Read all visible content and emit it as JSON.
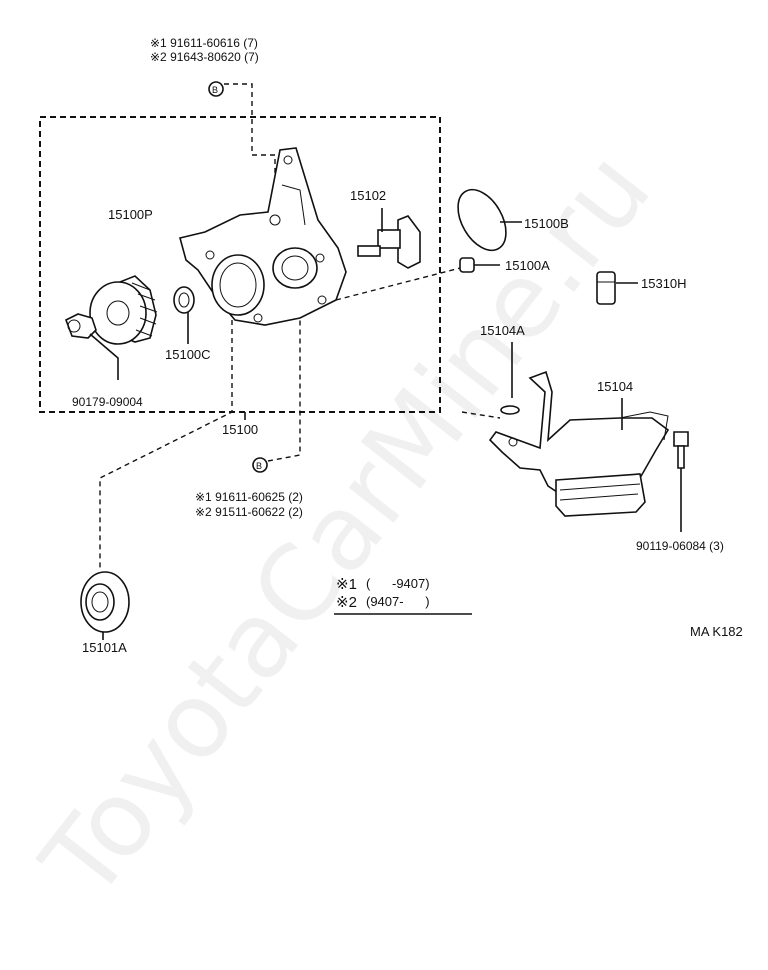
{
  "diagram": {
    "watermark": "ToyotaCarMine.ru",
    "figure_code": "MA K182",
    "labels": {
      "bolt_top_1": "※1 91611-60616 (7)",
      "bolt_top_2": "※2 91643-80620 (7)",
      "bolt_bottom_1": "※1 91611-60625 (2)",
      "bolt_bottom_2": "※2 91511-60622 (2)",
      "bolt_marker": "B",
      "p15100P": "15100P",
      "p15102": "15102",
      "p15100B": "15100B",
      "p15100A": "15100A",
      "p15310H": "15310H",
      "p15104A": "15104A",
      "p15104": "15104",
      "p15100C": "15100C",
      "p90179": "90179-09004",
      "p15100": "15100",
      "p15101A": "15101A",
      "p90119": "90119-06084 (3)"
    },
    "legend": {
      "row1_mark": "※1",
      "row1_range": "(      -9407)",
      "row2_mark": "※2",
      "row2_range": "(9407-      )"
    }
  }
}
